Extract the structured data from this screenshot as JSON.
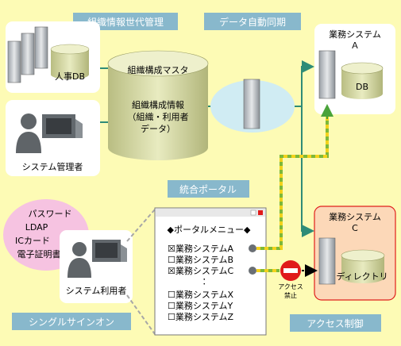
{
  "captions": {
    "org_history": "組織情報世代管理",
    "data_sync": "データ自動同期",
    "portal": "統合ポータル",
    "sso": "シングルサインオン",
    "access_control": "アクセス制御"
  },
  "left_top": {
    "db_label": "人事DB"
  },
  "left_mid": {
    "label": "システム管理者"
  },
  "master": {
    "title": "組織構成マスタ",
    "line1": "組織構成情報",
    "line2": "（組織・利用者",
    "line3": "データ）"
  },
  "system_a": {
    "title_line1": "業務システム",
    "title_line2": "Ａ",
    "db_label": "DB"
  },
  "system_c": {
    "title_line1": "業務システム",
    "title_line2": "C",
    "dir_label": "ディレクトリ"
  },
  "auth": {
    "items": [
      "パスワード",
      "LDAP",
      "ICカード",
      "電子証明書"
    ]
  },
  "user": {
    "label": "システム利用者"
  },
  "portal_menu": {
    "title": "◆ポータルメニュー◆",
    "items": [
      "☒業務システムA",
      "☐業務システムB",
      "☒業務システムC",
      "：",
      "☐業務システムX",
      "☐業務システムY",
      "☐業務システムZ"
    ]
  },
  "access_denied": {
    "line1": "アクセス",
    "line2": "禁止"
  },
  "colors": {
    "background": "#fdfbb5",
    "caption": "#88b8cc",
    "node_box": "#ffffff",
    "db": "#d5d8a3",
    "system_c_fill": "#fcd8b8",
    "system_c_border": "#e0201c",
    "sync_arrow": "#2e8c77",
    "access_dashed": "#7db83a",
    "access_dash2": "#f2d21b",
    "no_entry": "#e01a1a",
    "auth_bubble": "#f6c3e1"
  },
  "icons": [
    "server-icon",
    "database-icon",
    "person-icon",
    "monitor-icon",
    "arrow-icon",
    "no-entry-icon"
  ]
}
